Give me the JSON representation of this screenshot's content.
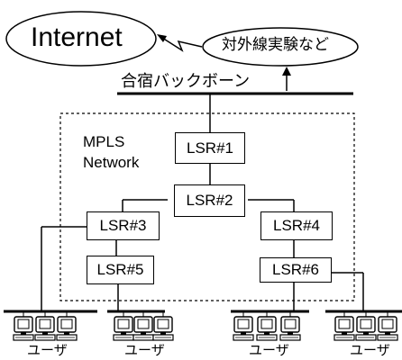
{
  "internet_label": "Internet",
  "external_label": "対外線実験など",
  "backbone_label": "合宿バックボーン",
  "network_label_line1": "MPLS",
  "network_label_line2": "Network",
  "routers": [
    "LSR#1",
    "LSR#2",
    "LSR#3",
    "LSR#4",
    "LSR#5",
    "LSR#6"
  ],
  "user_groups": [
    "ユーザ",
    "ユーザ",
    "ユーザ",
    "ユーザ"
  ],
  "icons": {
    "computer": "computer-icon",
    "link": "zigzag-link-icon"
  }
}
